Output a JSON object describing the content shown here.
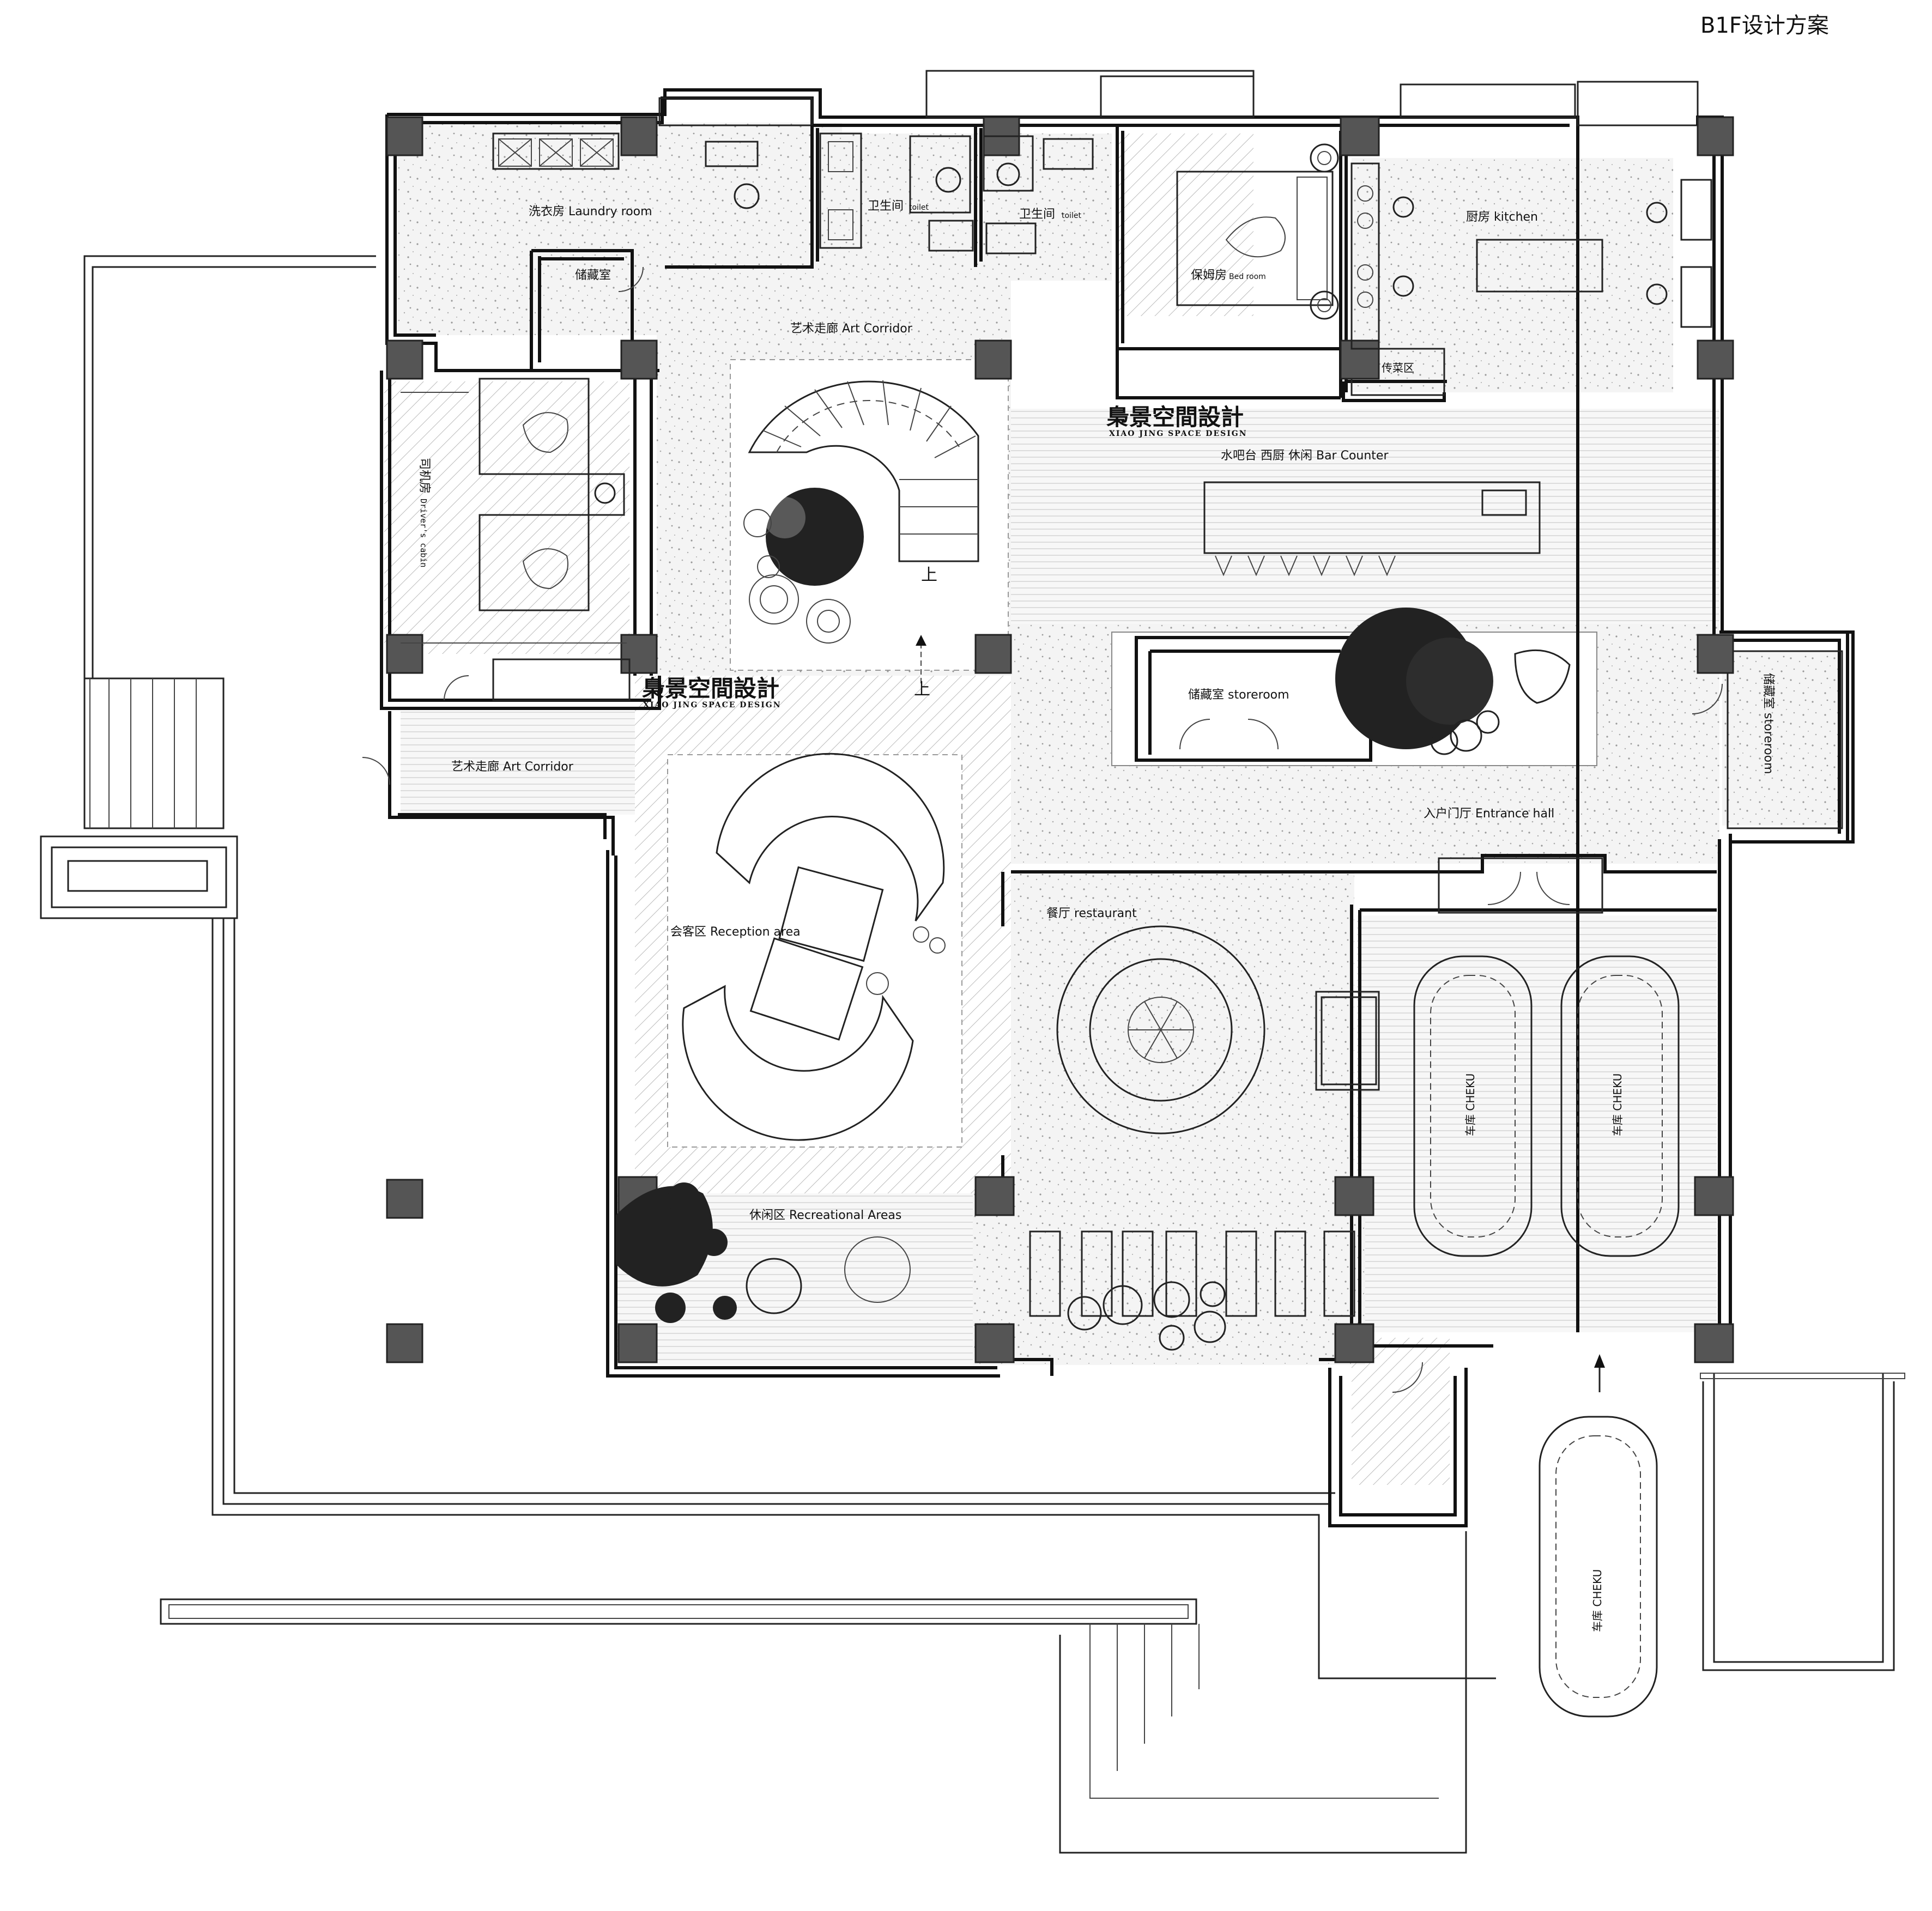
{
  "title": "B1F设计方案",
  "brand": {
    "name": "梟景空間設計",
    "sub": "XIAO JING SPACE DESIGN"
  },
  "rooms": {
    "laundry": "洗衣房 Laundry room",
    "toilet_1": "卫生间",
    "toilet_1_en": "toilet",
    "toilet_2": "卫生间",
    "toilet_2_en": "toilet",
    "nanny": "保姆房",
    "nanny_en": "Bed room",
    "kitchen": "厨房  kitchen",
    "pantry": "传菜区",
    "storage_small": "储藏室",
    "art_corridor_top": "艺术走廊  Art Corridor",
    "driver": "司机房",
    "driver_en": "Driver's cabin",
    "bar": "水吧台 西厨 休闲  Bar Counter",
    "storeroom": "储藏室 storeroom",
    "storeroom_right": "储藏室 storeroom",
    "art_corridor_left": "艺术走廊  Art Corridor",
    "entrance": "入户门厅  Entrance hall",
    "reception": "会客区 Reception area",
    "restaurant": "餐厅  restaurant",
    "recreation": "休闲区  Recreational Areas",
    "garage_1": "车库 CHEKU",
    "garage_2": "车库 CHEKU",
    "garage_3": "车库 CHEKU",
    "stair_up_1": "上",
    "stair_up_2": "上"
  }
}
